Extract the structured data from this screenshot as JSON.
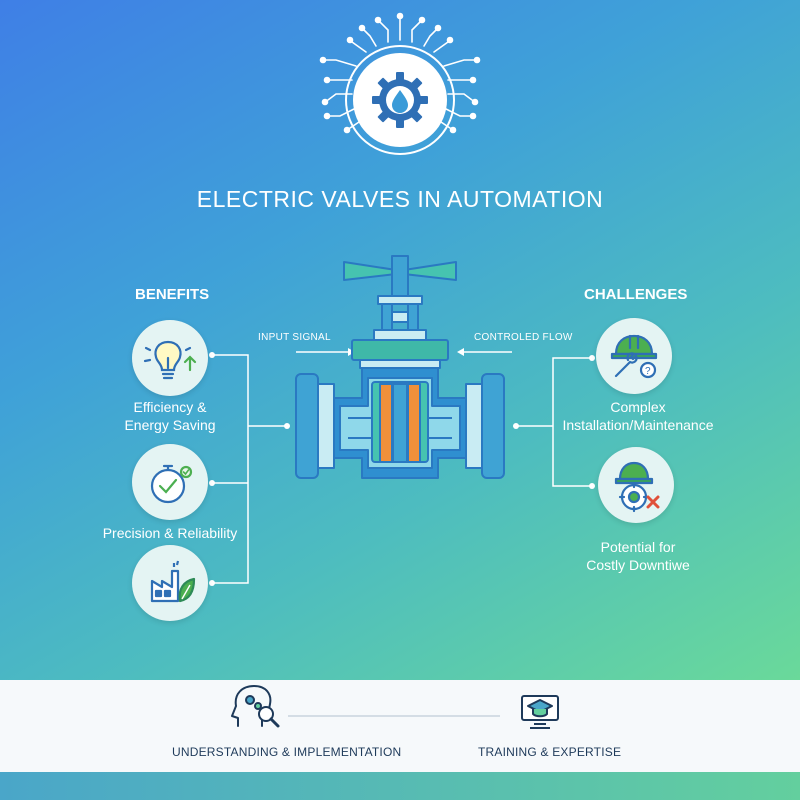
{
  "title": "ELECTRIC VALVES IN AUTOMATION",
  "benefits": {
    "heading": "BENEFITS",
    "items": [
      {
        "label_lines": [
          "Efficiency &",
          "Energy Saving"
        ],
        "icon": "lightbulb-arrow-icon"
      },
      {
        "label_lines": [
          "Precision & Reliability"
        ],
        "icon": "stopwatch-check-icon"
      },
      {
        "label_lines": [],
        "icon": "factory-leaf-icon"
      }
    ]
  },
  "challenges": {
    "heading": "CHALLENGES",
    "items": [
      {
        "label_lines": [
          "Complex",
          "Installation/Maintenance"
        ],
        "icon": "hardhat-wrench-icon"
      },
      {
        "label_lines": [
          "Potential for",
          "Costly Downtiwe"
        ],
        "icon": "hardhat-gear-x-icon"
      }
    ]
  },
  "flow": {
    "input_label": "INPUT SIGNAL",
    "output_label": "CONTROLED FLOW"
  },
  "footer": {
    "left_label": "UNDERSTANDING & IMPLEMENTATION",
    "right_label": "TRAINING & EXPERTISE"
  },
  "icons": {
    "top": "gear-water-drop-circuit-icon",
    "center": "electric-valve-icon",
    "footer_left": "head-gears-magnifier-icon",
    "footer_right": "graduation-monitor-icon"
  },
  "colors": {
    "icon_stroke": "#2f6fb5",
    "icon_green": "#4caf50",
    "valve_teal": "#3fb8a8",
    "valve_blue": "#2a79c2",
    "valve_orange": "#f0903a"
  }
}
